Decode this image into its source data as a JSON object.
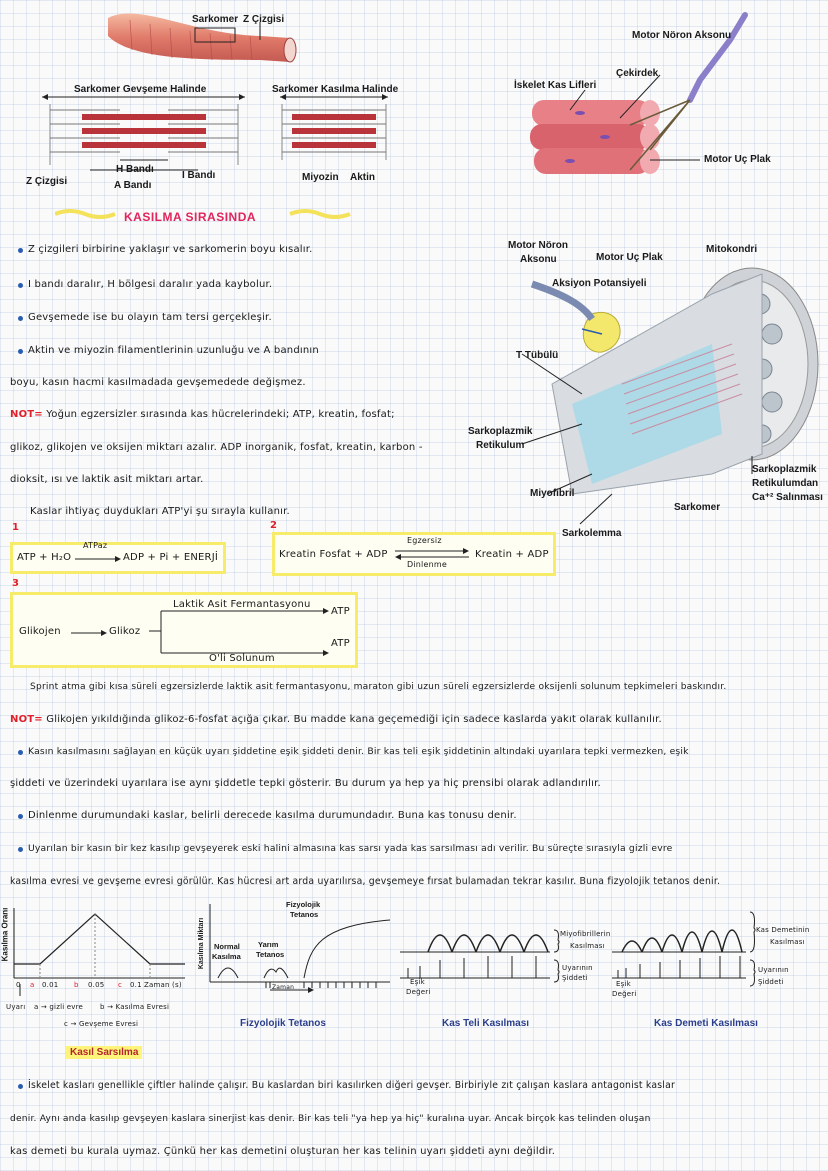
{
  "top_left_diagram": {
    "sarkomer": "Sarkomer",
    "z_cizgisi_top": "Z Çizgisi",
    "relaxed_title": "Sarkomer Gevşeme Halinde",
    "contracted_title": "Sarkomer Kasılma Halinde",
    "h_bandi": "H Bandı",
    "a_bandi": "A Bandı",
    "i_bandi": "I Bandı",
    "z_cizgisi": "Z Çizgisi",
    "miyozin": "Miyozin",
    "aktin": "Aktin"
  },
  "top_right_diagram": {
    "motor_noron_aksonu": "Motor Nöron Aksonu",
    "iskelet_kas_lifleri": "İskelet Kas Lifleri",
    "cekirdek": "Çekirdek",
    "motor_uc_plak": "Motor Uç Plak"
  },
  "middle_right_diagram": {
    "motor_noron_aksonu_l1": "Motor Nöron",
    "motor_noron_aksonu_l2": "Aksonu",
    "motor_uc_plak": "Motor Uç Plak",
    "mitokondri": "Mitokondri",
    "aksiyon_potansiyeli": "Aksiyon Potansiyeli",
    "t_tubulu": "T Tübülü",
    "sarkoplazmik_retikulum_l1": "Sarkoplazmik",
    "sarkoplazmik_retikulum_l2": "Retikulum",
    "sarkoplazmik_salinim_l1": "Sarkoplazmik",
    "sarkoplazmik_salinim_l2": "Retikulumdan",
    "sarkoplazmik_salinim_l3": "Ca⁺² Salınması",
    "miyofibril": "Miyofibril",
    "sarkomer": "Sarkomer",
    "sarkolemma": "Sarkolemma"
  },
  "section_title": "KASILMA SIRASINDA",
  "bullets_top": [
    "Z çizgileri birbirine yaklaşır ve sarkomerin boyu kısalır.",
    "I bandı daralır, H bölgesi daralır yada kaybolur.",
    "Gevşemede ise bu olayın tam tersi gerçekleşir.",
    "Aktin ve miyozin filamentlerinin uzunluğu ve A bandının"
  ],
  "bullet4_cont": "boyu, kasın hacmi kasılmadada gevşemedede değişmez.",
  "note1_label": "NOT=",
  "note1_l1": "Yoğun egzersizler sırasında kas hücrelerindeki; ATP, kreatin, fosfat;",
  "note1_l2": "glikoz, glikojen ve oksijen miktarı azalır. ADP inorganik, fosfat, kreatin, karbon -",
  "note1_l3": "dioksit, ısı ve laktik asit miktarı artar.",
  "atp_intro": "Kaslar ihtiyaç duydukları ATP'yi şu sırayla kullanır.",
  "eq1": {
    "num": "1",
    "left": "ATP + H₂O",
    "arrow": "ATPaz",
    "right": "ADP + Pi + ENERJİ"
  },
  "eq2": {
    "num": "2",
    "left": "Kreatin Fosfat + ADP",
    "top": "Egzersiz",
    "bottom": "Dinlenme",
    "right": "Kreatin + ADP"
  },
  "eq3": {
    "num": "3",
    "glikojen": "Glikojen",
    "glikoz": "Glikoz",
    "top_label": "Laktik Asit Fermantasyonu",
    "bottom_label": "O'li Solunum",
    "atp": "ATP"
  },
  "sprint_line": "Sprint atma gibi kısa süreli egzersizlerde laktik asit fermantasyonu, maraton gibi uzun süreli egzersizlerde oksijenli solunum tepkimeleri baskındır.",
  "note2_label": "NOT=",
  "note2_text": "Glikojen yıkıldığında glikoz-6-fosfat açığa çıkar. Bu madde kana geçemediği için sadece kaslarda yakıt olarak kullanılır.",
  "bullet_esik_l1": "Kasın kasılmasını sağlayan en küçük uyarı şiddetine eşik şiddeti denir. Bir kas teli eşik şiddetinin altındaki uyarılara tepki vermezken, eşik",
  "bullet_esik_l2": "şiddeti ve üzerindeki uyarılara ise aynı şiddetle tepki gösterir. Bu durum ya hep ya hiç prensibi olarak adlandırılır.",
  "bullet_tonus": "Dinlenme durumundaki kaslar, belirli derecede kasılma durumundadır. Buna kas tonusu denir.",
  "bullet_sarsi_l1": "Uyarılan bir kasın bir kez kasılıp gevşeyerek eski halini almasına kas sarsı yada kas sarsılması adı verilir. Bu süreçte sırasıyla gizli evre",
  "bullet_sarsi_l2": "kasılma evresi ve gevşeme evresi görülür. Kas hücresi art arda uyarılırsa, gevşemeye fırsat bulamadan tekrar kasılır. Buna fizyolojik tetanos denir.",
  "graph1": {
    "ylabel": "Kasılma Oranı",
    "ticks": [
      "0",
      "a",
      "0.01",
      "b",
      "0.05",
      "c",
      "0.1",
      "Zaman (s)"
    ],
    "uyari": "Uyarı",
    "legend_a": "a → gizli evre",
    "legend_b": "b → Kasılma Evresi",
    "legend_c": "c → Gevşeme Evresi",
    "caption": "Kasıl Sarsılma"
  },
  "graph2": {
    "ylabel": "Kasılma Miktarı",
    "normal_l1": "Normal",
    "normal_l2": "Kasılma",
    "yarim_l1": "Yarım",
    "yarim_l2": "Tetanos",
    "fizyolojik_l1": "Fizyolojik",
    "fizyolojik_l2": "Tetanos",
    "zaman": "Zaman",
    "caption": "Fizyolojik Tetanos"
  },
  "graph3": {
    "label1_l1": "Miyofibrillerin",
    "label1_l2": "Kasılması",
    "label2_l1": "Uyarının",
    "label2_l2": "Şiddeti",
    "esik_l1": "Eşik",
    "esik_l2": "Değeri",
    "caption": "Kas Teli Kasılması"
  },
  "graph4": {
    "label1_l1": "Kas Demetinin",
    "label1_l2": "Kasılması",
    "label2_l1": "Uyarının",
    "label2_l2": "Şiddeti",
    "esik_l1": "Eşik",
    "esik_l2": "Değeri",
    "caption": "Kas Demeti Kasılması"
  },
  "final_l1": "İskelet kasları genellikle çiftler halinde çalışır. Bu kaslardan biri kasılırken diğeri gevşer. Birbiriyle zıt çalışan kaslara antagonist kaslar",
  "final_l2": "denir. Aynı anda kasılıp gevşeyen kaslara sinerjist kas denir. Bir kas teli \"ya hep ya hiç\" kuralına uyar. Ancak birçok kas telinden oluşan",
  "final_l3": "kas demeti bu kurala uymaz. Çünkü her kas demetini oluşturan her kas telinin uyarı şiddeti aynı değildir."
}
